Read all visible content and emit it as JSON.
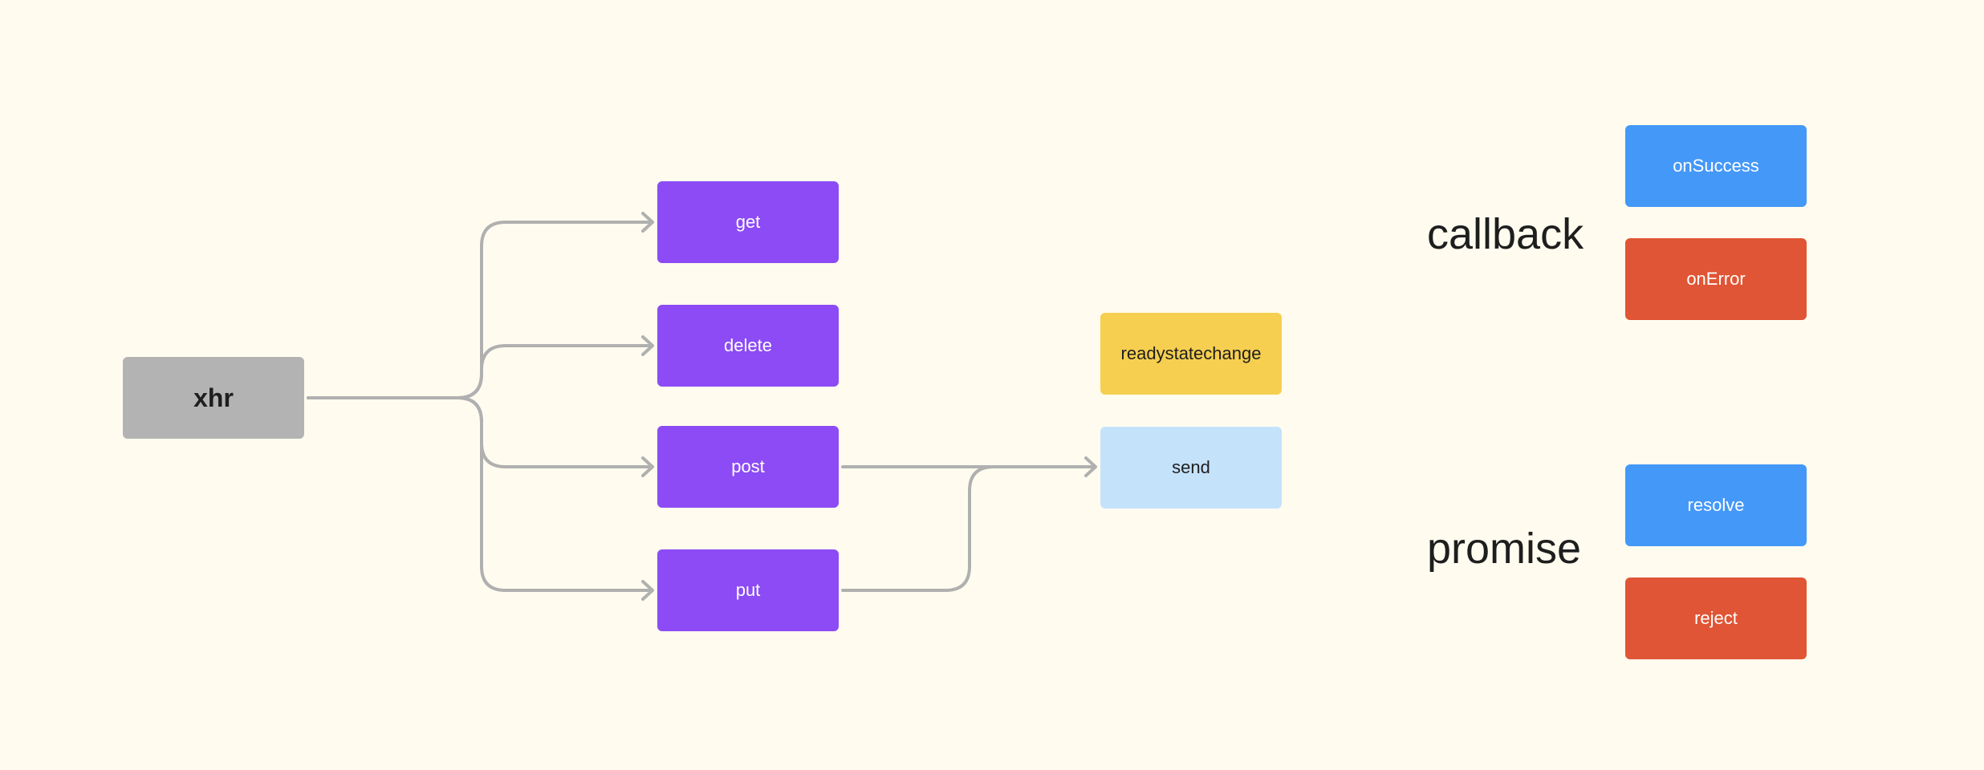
{
  "nodes": {
    "xhr": "xhr",
    "get": "get",
    "delete": "delete",
    "post": "post",
    "put": "put",
    "readystatechange": "readystatechange",
    "send": "send",
    "onSuccess": "onSuccess",
    "onError": "onError",
    "resolve": "resolve",
    "reject": "reject"
  },
  "groups": {
    "callback": "callback",
    "promise": "promise"
  },
  "colors": {
    "background": "#fffcef",
    "xhr": "#b3b3b3",
    "method": "#8c4bf4",
    "event": "#f6cf50",
    "send": "#c5e2fb",
    "success": "#4498f8",
    "failure": "#e05535",
    "connector": "#b0b0b0"
  },
  "edges": [
    {
      "from": "xhr",
      "to": "get"
    },
    {
      "from": "xhr",
      "to": "delete"
    },
    {
      "from": "xhr",
      "to": "post"
    },
    {
      "from": "xhr",
      "to": "put"
    },
    {
      "from": "post",
      "to": "send"
    },
    {
      "from": "put",
      "to": "send"
    }
  ]
}
